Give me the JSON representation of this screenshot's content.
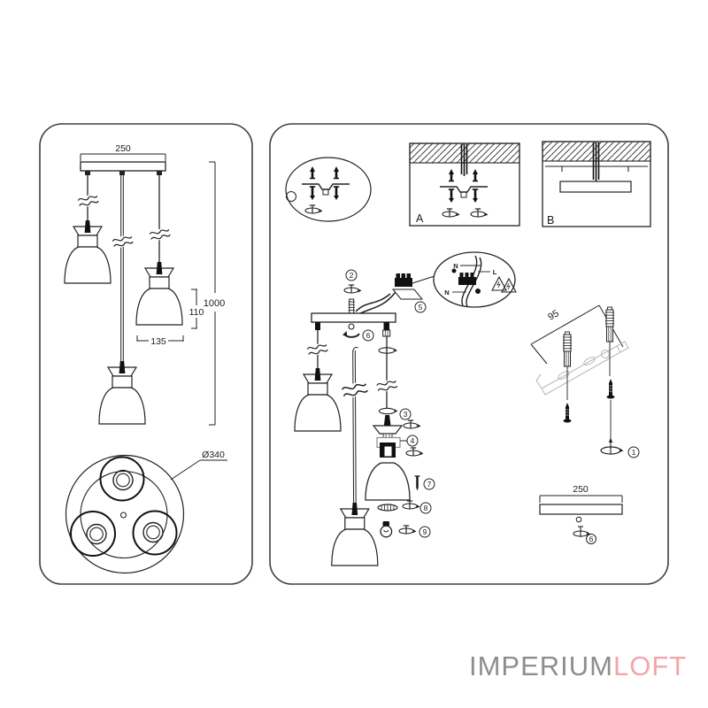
{
  "logo": {
    "imperium": "IMPERIUM",
    "loft": "LOFT",
    "imperium_color": "#8e8e90",
    "loft_color": "#f3a5ab"
  },
  "colors": {
    "line": "#222222",
    "panel_border": "#3f3f3f",
    "light_gray_part": "#bbbbbb"
  },
  "left_panel": {
    "dim_bar_width": "250",
    "dim_total_height": "1000",
    "dim_shade_height": "110",
    "dim_shade_width": "135",
    "dim_diameter": "Ø340"
  },
  "right_panel": {
    "section_a_label": "A",
    "section_b_label": "B",
    "dim_bracket_spacing": "95",
    "dim_bar_width": "250",
    "wiring": {
      "n_top": "N",
      "l_right": "L",
      "n_left": "N"
    },
    "callouts": {
      "c1": "1",
      "c2": "2",
      "c3": "3",
      "c4": "4",
      "c5": "5",
      "c6": "6",
      "c6b": "6",
      "c7": "7",
      "c8": "8",
      "c9": "9"
    }
  }
}
